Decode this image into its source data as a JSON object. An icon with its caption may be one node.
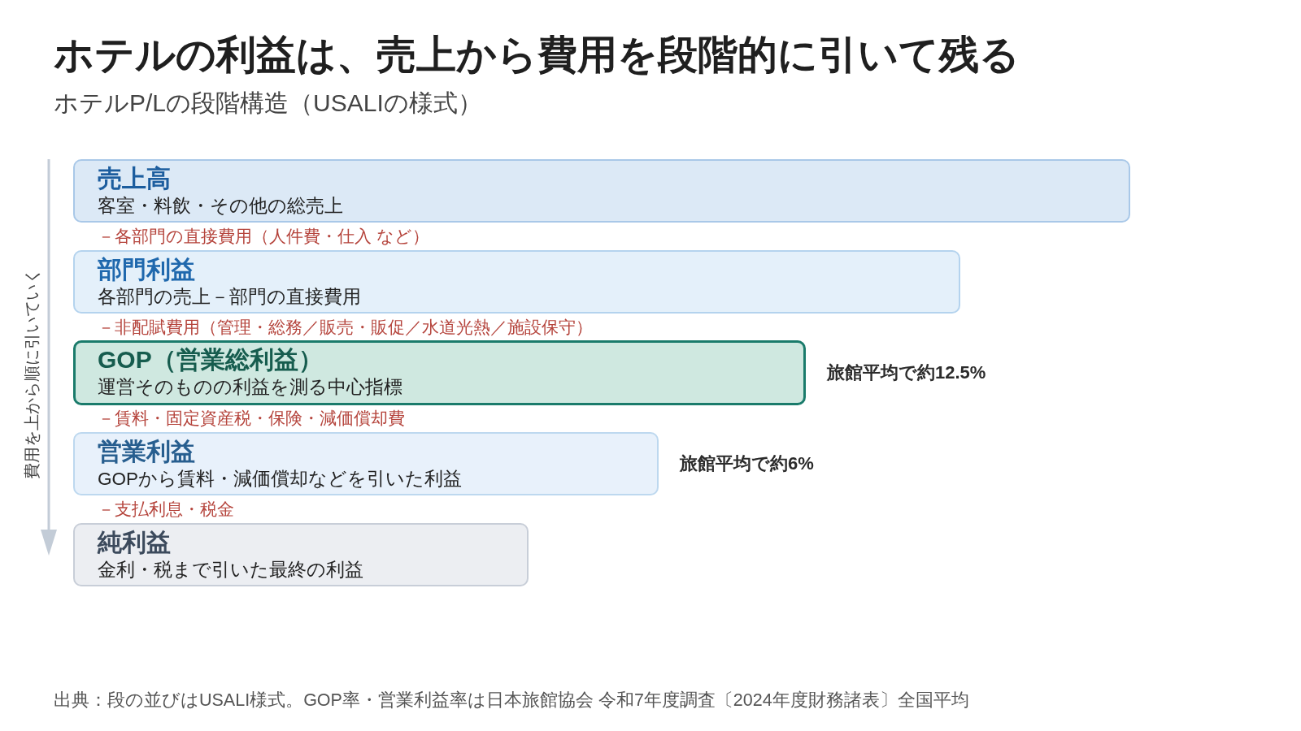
{
  "diagram": {
    "title": "ホテルの利益は、売上から費用を段階的に引いて残る",
    "caption": "出典：段の並びはUSALI様式。GOP率・営業利益率は日本旅館協会 令和7年度調査〔2024年度財務諸表〕全国平均",
    "nodes": [
      {
        "text": [
          "売上高",
          "客室・料飲・その他の総売上"
        ]
      },
      {
        "text": [
          "部門利益",
          "各部門の売上－部門の直接費用"
        ]
      },
      {
        "text": [
          "GOP（営業総利益）",
          "運営そのものの利益を測る中心指標"
        ],
        "beside": [
          "旅館平均で約12.5%"
        ]
      },
      {
        "text": [
          "営業利益",
          "GOPから賃料・減価償却などを引いた利益"
        ],
        "beside": [
          "旅館平均で約6%"
        ]
      },
      {
        "text": [
          "純利益",
          "金利・税まで引いた最終の利益"
        ]
      }
    ],
    "labels": [
      "ホテルP/Lの段階構造（USALIの様式）",
      "費用を上から順に引いていく",
      "－各部門の直接費用（人件費・仕入 など）",
      "－非配賦費用（管理・総務／販売・販促／水道光熱／施設保守）",
      "－賃料・固定資産税・保険・減価償却費",
      "－支払利息・税金"
    ]
  }
}
